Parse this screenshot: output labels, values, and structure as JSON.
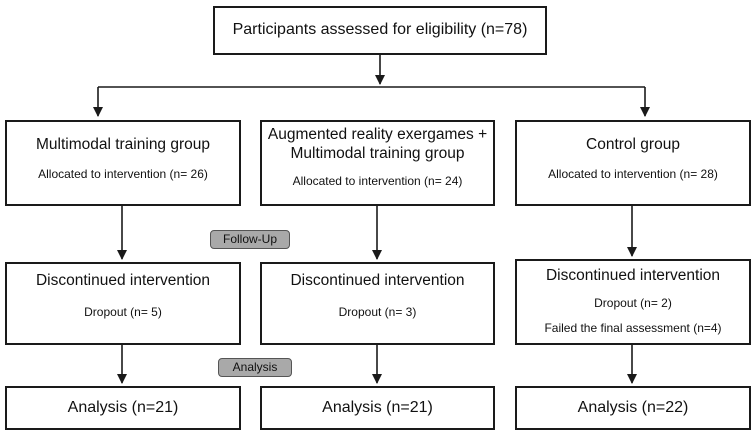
{
  "top": {
    "label": "Participants assessed for eligibility (n=78)"
  },
  "groups": [
    {
      "title": "Multimodal training group",
      "allocated": "Allocated to intervention (n= 26)",
      "discontinued_title": "Discontinued intervention",
      "dropout": "Dropout (n= 5)",
      "failed": "",
      "analysis": "Analysis (n=21)"
    },
    {
      "title_line1": "Augmented reality exergames +",
      "title_line2": "Multimodal training group",
      "allocated": "Allocated to intervention (n= 24)",
      "discontinued_title": "Discontinued intervention",
      "dropout": "Dropout (n= 3)",
      "failed": "",
      "analysis": "Analysis (n=21)"
    },
    {
      "title": "Control group",
      "allocated": "Allocated to intervention (n= 28)",
      "discontinued_title": "Discontinued intervention",
      "dropout": "Dropout (n= 2)",
      "failed": "Failed the final assessment (n=4)",
      "analysis": "Analysis (n=22)"
    }
  ],
  "stages": {
    "followup": "Follow-Up",
    "analysis": "Analysis"
  },
  "colors": {
    "line": "#1a1a1a",
    "tag_fill": "#a9a9a9",
    "tag_border": "#555555"
  }
}
